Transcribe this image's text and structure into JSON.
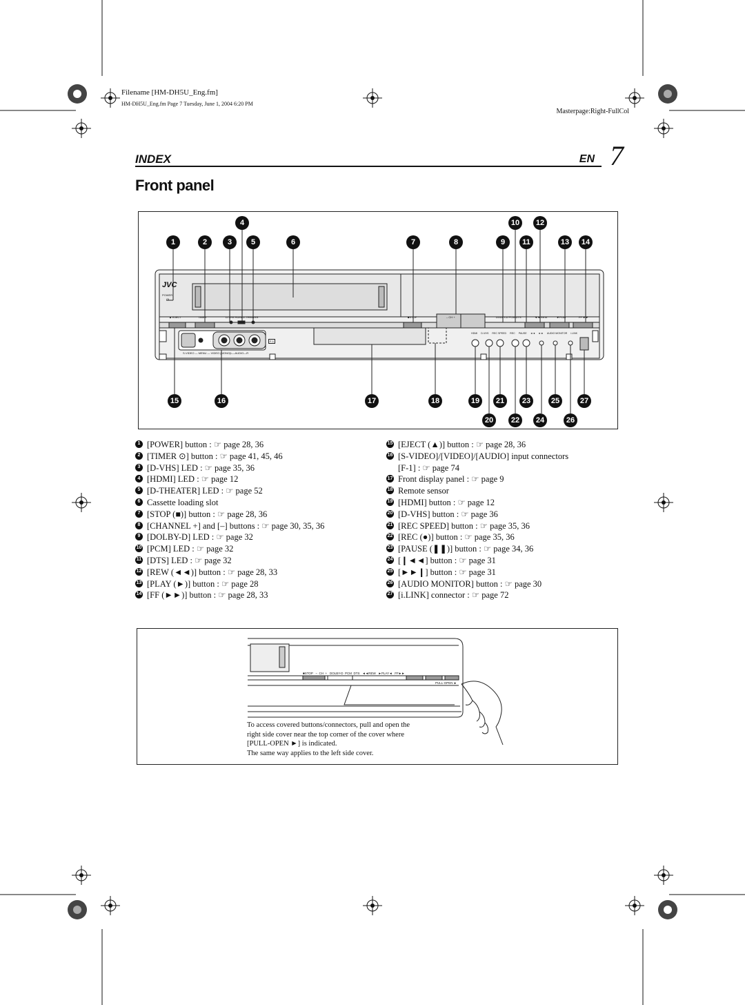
{
  "header": {
    "filename": "Filename [HM-DH5U_Eng.fm]",
    "fileinfo": "HM-DH5U_Eng.fm  Page 7  Tuesday, June 1, 2004  6:20 PM",
    "masterpage": "Masterpage:Right-FullCol"
  },
  "section": {
    "label": "INDEX",
    "lang": "EN",
    "page_number": "7"
  },
  "title": "Front panel",
  "diagram": {
    "top_callouts": [
      "1",
      "2",
      "3",
      "4",
      "5",
      "6",
      "7",
      "8",
      "9",
      "10",
      "11",
      "12",
      "13",
      "14"
    ],
    "bottom_callouts": [
      "15",
      "16",
      "17",
      "18",
      "19",
      "20",
      "21",
      "22",
      "23",
      "24",
      "25",
      "26",
      "27"
    ],
    "panel_labels": {
      "brand": "JVC",
      "power": "POWER",
      "power_sub": "OΙ",
      "eject": "▲ EJECT",
      "timer": "TIMER",
      "leds": "D-VHS  HDMI  D-THEATER",
      "stop": "■STOP",
      "ch": "–  CH  +",
      "dolby": "DOLBY-D  PCM  DTS",
      "rew": "◄◄ REW",
      "play": "►PLAY",
      "ff": "FF ►►",
      "lower_buttons": [
        "HDMI",
        "D-VHS",
        "REC SPEED",
        "REC",
        "PAUSE",
        "◄◄",
        "►►",
        "AUDIO MONITOR",
        "i.LINK"
      ],
      "input_row": "S-VIDEO — MENU — VIDEO (MONO)L—AUDIO—R",
      "f1": "F-1"
    }
  },
  "items_left": [
    {
      "n": "1",
      "text": "[POWER] button : ☞ page 28, 36"
    },
    {
      "n": "2",
      "text": "[TIMER ⊙] button : ☞ page 41, 45, 46"
    },
    {
      "n": "3",
      "text": "[D-VHS] LED : ☞ page 35, 36"
    },
    {
      "n": "4",
      "text": "[HDMI] LED : ☞ page 12"
    },
    {
      "n": "5",
      "text": "[D-THEATER] LED : ☞ page 52"
    },
    {
      "n": "6",
      "text": "Cassette loading slot"
    },
    {
      "n": "7",
      "text": "[STOP (■)] button : ☞ page 28, 36"
    },
    {
      "n": "8",
      "text": "[CHANNEL +] and [–] buttons : ☞ page 30, 35, 36"
    },
    {
      "n": "9",
      "text": "[DOLBY-D] LED : ☞ page 32"
    },
    {
      "n": "10",
      "text": "[PCM] LED : ☞ page 32"
    },
    {
      "n": "11",
      "text": "[DTS] LED : ☞ page 32"
    },
    {
      "n": "12",
      "text": "[REW (◄◄)] button : ☞ page 28, 33"
    },
    {
      "n": "13",
      "text": "[PLAY (►)] button : ☞ page 28"
    },
    {
      "n": "14",
      "text": "[FF (►►)] button : ☞ page 28, 33"
    }
  ],
  "items_right": [
    {
      "n": "15",
      "text": "[EJECT (▲)] button : ☞ page 28, 36"
    },
    {
      "n": "16",
      "text": "[S-VIDEO]/[VIDEO]/[AUDIO] input connectors"
    },
    {
      "n": "",
      "text": "[F-1] : ☞ page 74"
    },
    {
      "n": "17",
      "text": "Front display panel : ☞ page 9"
    },
    {
      "n": "18",
      "text": "Remote sensor"
    },
    {
      "n": "19",
      "text": "[HDMI] button : ☞ page 12"
    },
    {
      "n": "20",
      "text": "[D-VHS] button : ☞ page 36"
    },
    {
      "n": "21",
      "text": "[REC SPEED] button : ☞ page 35, 36"
    },
    {
      "n": "22",
      "text": "[REC (●)] button : ☞ page 35, 36"
    },
    {
      "n": "23",
      "text": "[PAUSE (❚❚)] button : ☞ page 34, 36"
    },
    {
      "n": "24",
      "text": "[❙◄◄] button : ☞ page 31"
    },
    {
      "n": "25",
      "text": "[►►❙] button : ☞ page 31"
    },
    {
      "n": "26",
      "text": "[AUDIO MONITOR] button : ☞ page 30"
    },
    {
      "n": "27",
      "text": "[i.LINK] connector : ☞ page 72"
    }
  ],
  "cover": {
    "panel_labels": "■STOP   –  CH  +   DOLBY-D  PCM  DTS   ◄◄REW   ►PLAY◄   FF►►",
    "pull_open": "PULL-OPEN ►",
    "caption_1": "To access covered buttons/connectors, pull and open the",
    "caption_2": "right side cover near the top corner of the cover where",
    "caption_3": "[PULL-OPEN ►] is indicated.",
    "caption_4": "The same way applies to the left side cover."
  }
}
